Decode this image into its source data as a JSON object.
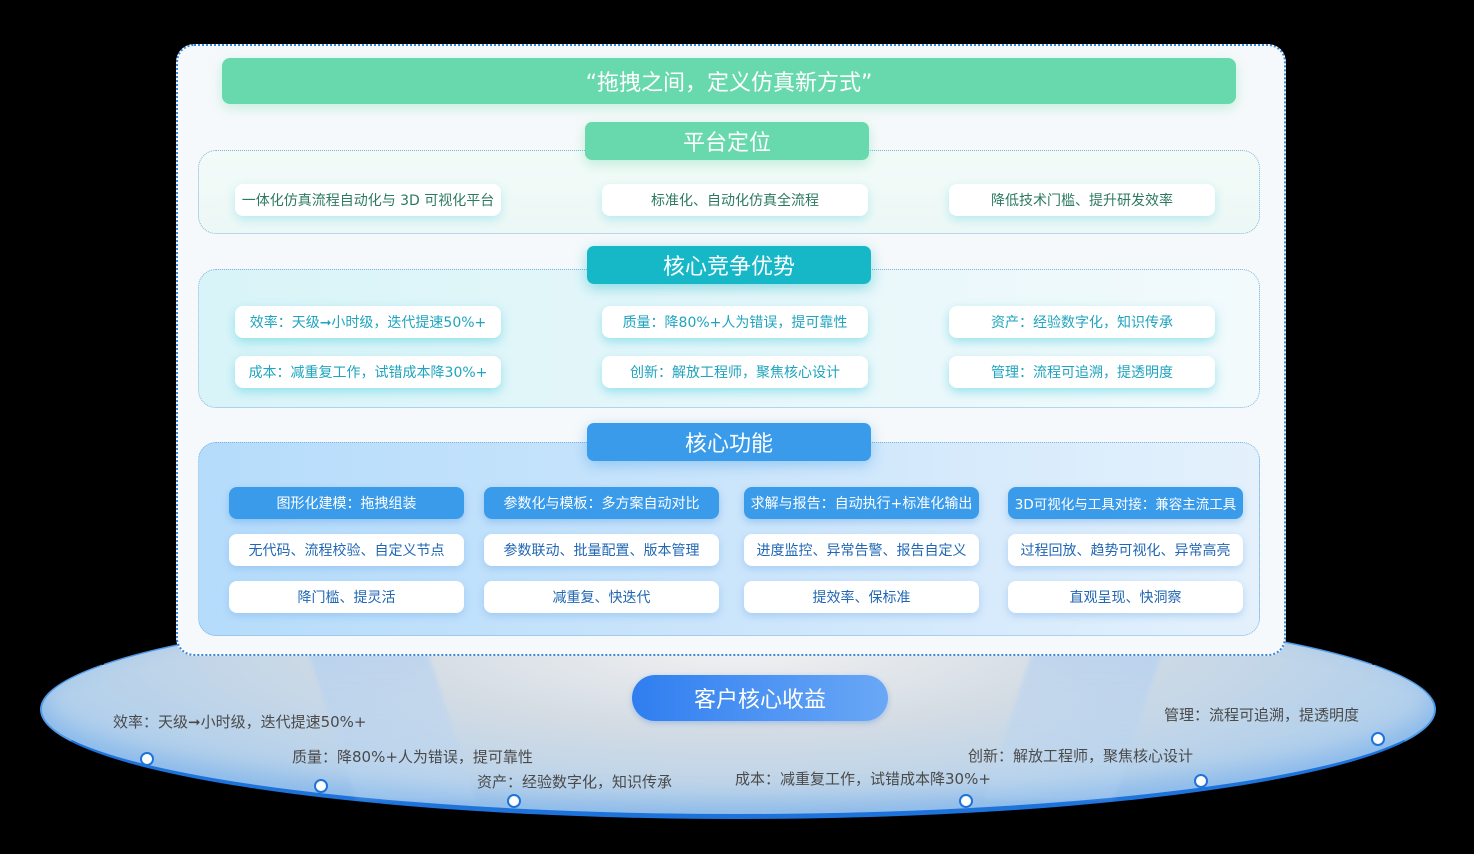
{
  "slogan": "“拖拽之间，定义仿真新方式”",
  "positioning": {
    "title": "平台定位",
    "items": [
      "一体化仿真流程自动化与 3D 可视化平台",
      "标准化、自动化仿真全流程",
      "降低技术门槛、提升研发效率"
    ]
  },
  "advantages": {
    "title": "核心竞争优势",
    "items": [
      "效率：天级➞小时级，迭代提速50%+",
      "质量：降80%+人为错误，提可靠性",
      "资产：经验数字化，知识传承",
      "成本：减重复工作，试错成本降30%+",
      "创新：解放工程师，聚焦核心设计",
      "管理：流程可追溯，提透明度"
    ]
  },
  "functions": {
    "title": "核心功能",
    "columns": [
      {
        "head": "图形化建模：拖拽组装",
        "detail": "无代码、流程校验、自定义节点",
        "value": "降门槛、提灵活"
      },
      {
        "head": "参数化与模板：多方案自动对比",
        "detail": "参数联动、批量配置、版本管理",
        "value": "减重复、快迭代"
      },
      {
        "head": "求解与报告：自动执行+标准化输出",
        "detail": "进度监控、异常告警、报告自定义",
        "value": "提效率、保标准"
      },
      {
        "head": "3D可视化与工具对接：兼容主流工具",
        "detail": "过程回放、趋势可视化、异常高亮",
        "value": "直观呈现、快洞察"
      }
    ]
  },
  "benefits": {
    "title": "客户核心收益",
    "items": [
      "效率：天级➞小时级，迭代提速50%+",
      "质量：降80%+人为错误，提可靠性",
      "资产：经验数字化，知识传承",
      "成本：减重复工作，试错成本降30%+",
      "创新：解放工程师，聚焦核心设计",
      "管理：流程可追溯，提透明度"
    ]
  },
  "colors": {
    "green": "#68d9ac",
    "teal": "#16b8c8",
    "blue": "#3a9bea",
    "benefit_blue": "#2f7ef0"
  }
}
